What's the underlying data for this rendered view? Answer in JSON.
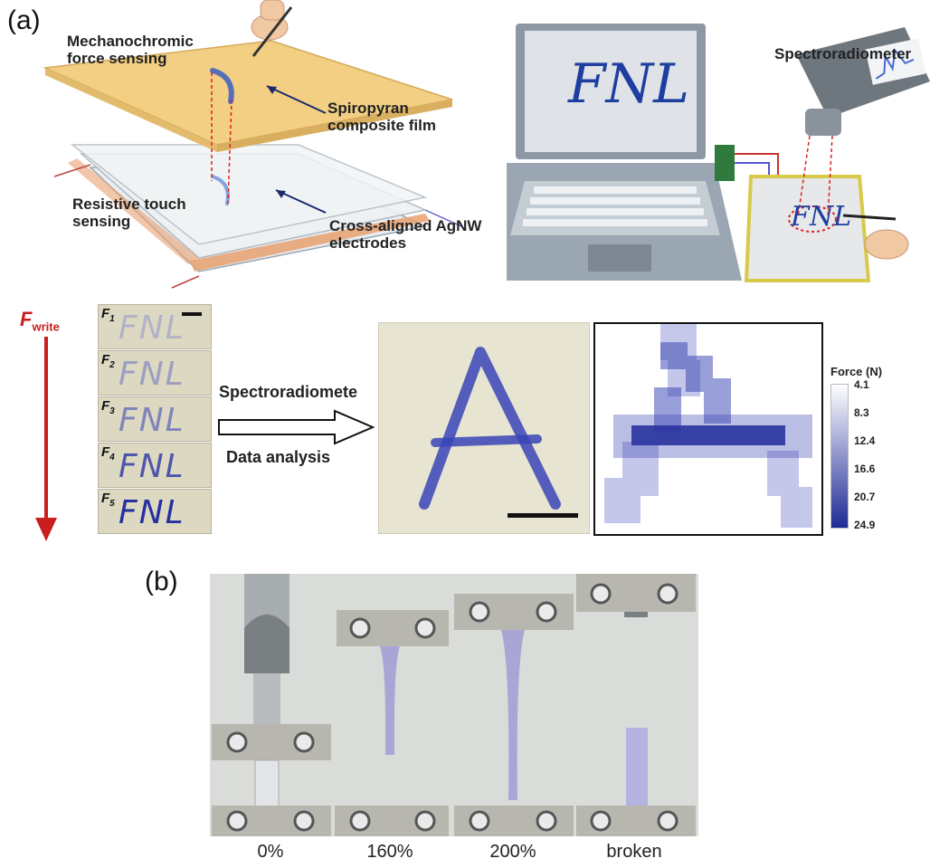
{
  "panel_a": {
    "label": "(a)",
    "mechanochromic": "Mechanochromic force sensing",
    "spiropyran": "Spiropyran composite film",
    "resistive": "Resistive touch sensing",
    "agnw": "Cross-aligned AgNW electrodes",
    "spectro_top": "Spectroradiometer",
    "screen_text": "FNL",
    "pad_text": "FNL",
    "fwrite_main": "F",
    "fwrite_sub": "write",
    "strips": [
      {
        "f": "F",
        "sub": "1",
        "text": "FNL"
      },
      {
        "f": "F",
        "sub": "2",
        "text": "FNL"
      },
      {
        "f": "F",
        "sub": "3",
        "text": "FNL"
      },
      {
        "f": "F",
        "sub": "4",
        "text": "FNL"
      },
      {
        "f": "F",
        "sub": "5",
        "text": "FNL"
      }
    ],
    "spectro_mid": "Spectroradiomete",
    "analysis": "Data analysis",
    "letter": "A",
    "colorbar_title": "Force (N)",
    "colorbar_ticks": [
      "4.1",
      "8.3",
      "12.4",
      "16.6",
      "20.7",
      "24.9"
    ]
  },
  "panel_b": {
    "label": "(b)",
    "strains": [
      "0%",
      "160%",
      "200%",
      "broken"
    ],
    "stretch_fraction": [
      0,
      1.6,
      2.0,
      null
    ]
  },
  "colors": {
    "film": "#f3cf83",
    "electrode": "#e8a070",
    "ink_blue": "#2c3aa8",
    "arrow_red": "#c81e1e",
    "laptop": "#9aa6b2"
  }
}
